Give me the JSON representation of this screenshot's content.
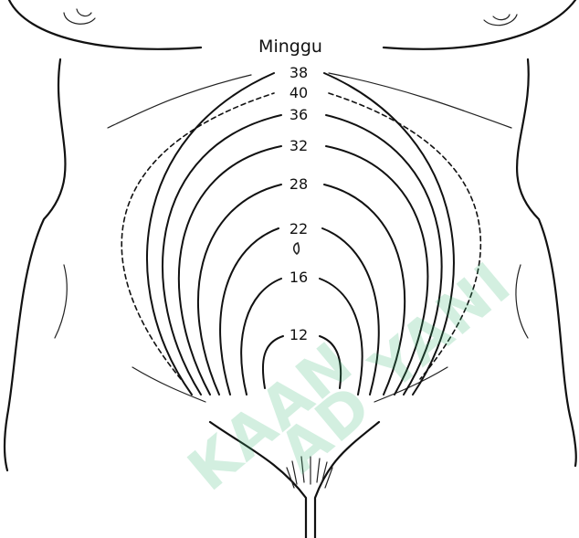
{
  "diagram": {
    "title": "Minggu",
    "weeks": [
      {
        "label": "38",
        "style": "solid"
      },
      {
        "label": "40",
        "style": "dashed"
      },
      {
        "label": "36",
        "style": "solid"
      },
      {
        "label": "32",
        "style": "solid"
      },
      {
        "label": "28",
        "style": "solid"
      },
      {
        "label": "22",
        "style": "solid"
      },
      {
        "label": "16",
        "style": "solid"
      },
      {
        "label": "12",
        "style": "solid"
      }
    ],
    "umbilicus_icon": "navel-icon"
  },
  "watermark": {
    "line1": "KAAN",
    "line2": "AD",
    "line3": "YANI"
  },
  "colors": {
    "line": "#111111",
    "background": "#ffffff",
    "watermark": "#3cb878"
  }
}
